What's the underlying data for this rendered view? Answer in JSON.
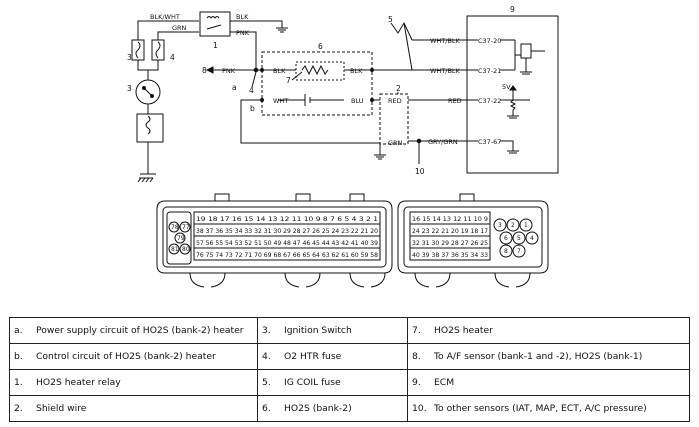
{
  "wire_labels": {
    "blk_wht": "BLK/WHT",
    "blk_top": "BLK",
    "grn": "GRN",
    "pnk_top": "PNK",
    "pnk_left": "PNK",
    "blk_heater": "BLK",
    "wht": "WHT",
    "blu": "BLU",
    "red_left": "RED",
    "red_right": "RED",
    "grn_small": "GRN",
    "wht_blk_1": "WHT/BLK",
    "wht_blk_2": "WHT/BLK",
    "gry_grn": "GRY/GRN",
    "five_v": "5V"
  },
  "terminals": {
    "c37_20": "C37-20",
    "c37_21": "C37-21",
    "c37_22": "C37-22",
    "c37_67": "C37-67"
  },
  "callouts": {
    "n1": "1",
    "n2": "2",
    "n3": "3",
    "n4": "4",
    "n5": "5",
    "n6": "6",
    "n7": "7",
    "n8": "8",
    "n9": "9",
    "n10": "10",
    "a": "a",
    "b": "b"
  },
  "connector_rows": {
    "left_row1": "19 18 17 16 15 14 13 12 11 10 9 8 7 6 5 4 3 2 1",
    "left_row2": "38 37 36 35 34 33 32 31 30 29 28 27 26 25 24 23 22 21 20",
    "left_row3": "57 56 55 54 53 52 51 50 49 48 47 46 45 44 43 42 41 40 39",
    "left_row4": "76 75 74 73 72 71 70 69 68 67 66 65 64 63 62 61 60 59 58",
    "left_side": [
      "78",
      "77",
      "79",
      "81",
      "80"
    ],
    "right_row1": "16 15 14 13 12 11 10 9",
    "right_row2": "24 23 22 21 20 19 18 17",
    "right_row3": "32 31 30 29 28 27 26 25",
    "right_row4": "40 39 38 37 36 35 34 33",
    "right_round": [
      "3",
      "2",
      "1",
      "6",
      "5",
      "4",
      "8",
      "7"
    ]
  },
  "legend": [
    [
      {
        "key": "a.",
        "text": "Power supply circuit of HO2S (bank-2) heater"
      },
      {
        "key": "3.",
        "text": "Ignition Switch"
      },
      {
        "key": "7.",
        "text": "HO2S heater"
      }
    ],
    [
      {
        "key": "b.",
        "text": "Control circuit of HO2S (bank-2) heater"
      },
      {
        "key": "4.",
        "text": "O2 HTR fuse"
      },
      {
        "key": "8.",
        "text": "To A/F sensor (bank-1 and -2), HO2S (bank-1)"
      }
    ],
    [
      {
        "key": "1.",
        "text": "HO2S heater relay"
      },
      {
        "key": "5.",
        "text": "IG COIL fuse"
      },
      {
        "key": "9.",
        "text": "ECM"
      }
    ],
    [
      {
        "key": "2.",
        "text": "Shield wire"
      },
      {
        "key": "6.",
        "text": "HO2S (bank-2)"
      },
      {
        "key": "10.",
        "text": "To other sensors (IAT, MAP, ECT, A/C pressure)"
      }
    ]
  ]
}
